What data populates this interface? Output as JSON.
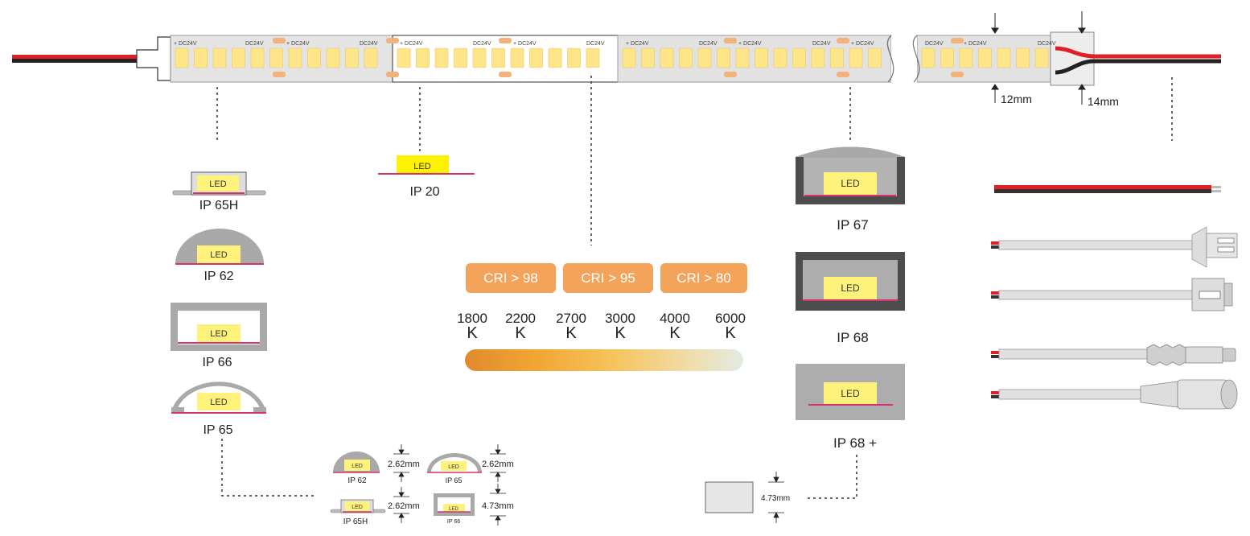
{
  "strip": {
    "pcb_label_dc": "DC24V",
    "pcb_label_plus": "+ DC24V",
    "pcb_label_plus_short": "+",
    "pcb_minus": "-",
    "width_inner": "12mm",
    "width_outer": "14mm"
  },
  "ip_ratings": {
    "ip65h": {
      "label": "IP 65H",
      "led": "LED"
    },
    "ip62": {
      "label": "IP 62",
      "led": "LED"
    },
    "ip66": {
      "label": "IP 66",
      "led": "LED"
    },
    "ip65": {
      "label": "IP 65",
      "led": "LED"
    },
    "ip20": {
      "label": "IP 20",
      "led": "LED"
    },
    "ip67": {
      "label": "IP 67",
      "led": "LED"
    },
    "ip68": {
      "label": "IP 68",
      "led": "LED"
    },
    "ip68plus": {
      "label": "IP 68 +",
      "led": "LED"
    }
  },
  "cri": [
    "CRI > 98",
    "CRI > 95",
    "CRI > 80"
  ],
  "cct": [
    {
      "value": "1800",
      "unit": "K"
    },
    {
      "value": "2200",
      "unit": "K"
    },
    {
      "value": "2700",
      "unit": "K"
    },
    {
      "value": "3000",
      "unit": "K"
    },
    {
      "value": "4000",
      "unit": "K"
    },
    {
      "value": "6000",
      "unit": "K"
    }
  ],
  "gradient_colors": [
    "#E08A2E",
    "#F2A531",
    "#F5C560",
    "#F0DCA8",
    "#E2EBE4"
  ],
  "dimensions": {
    "ip62": {
      "label": "IP 62",
      "led": "LED",
      "height": "2.62mm"
    },
    "ip65": {
      "label": "IP 65",
      "led": "LED",
      "height": "2.62mm"
    },
    "ip65h": {
      "label": "IP 65H",
      "led": "LED",
      "height": "2.62mm"
    },
    "ip66": {
      "label": "IP 66",
      "led": "LED",
      "height": "4.73mm"
    },
    "ip68plus": {
      "height": "4.73mm"
    }
  },
  "connectors": [
    {
      "name": "bare-wire-icon"
    },
    {
      "name": "sm-male-connector-icon"
    },
    {
      "name": "sm-female-connector-icon"
    },
    {
      "name": "dc-male-plug-icon"
    },
    {
      "name": "dc-female-jack-icon"
    }
  ],
  "colors": {
    "led_yellow": "#FFF27A",
    "pcb_pink": "#D6336C",
    "profile_gray": "#A9A9A9",
    "cri_orange": "#F3A35A",
    "wire_red": "#E11F26",
    "wire_black": "#222222"
  }
}
